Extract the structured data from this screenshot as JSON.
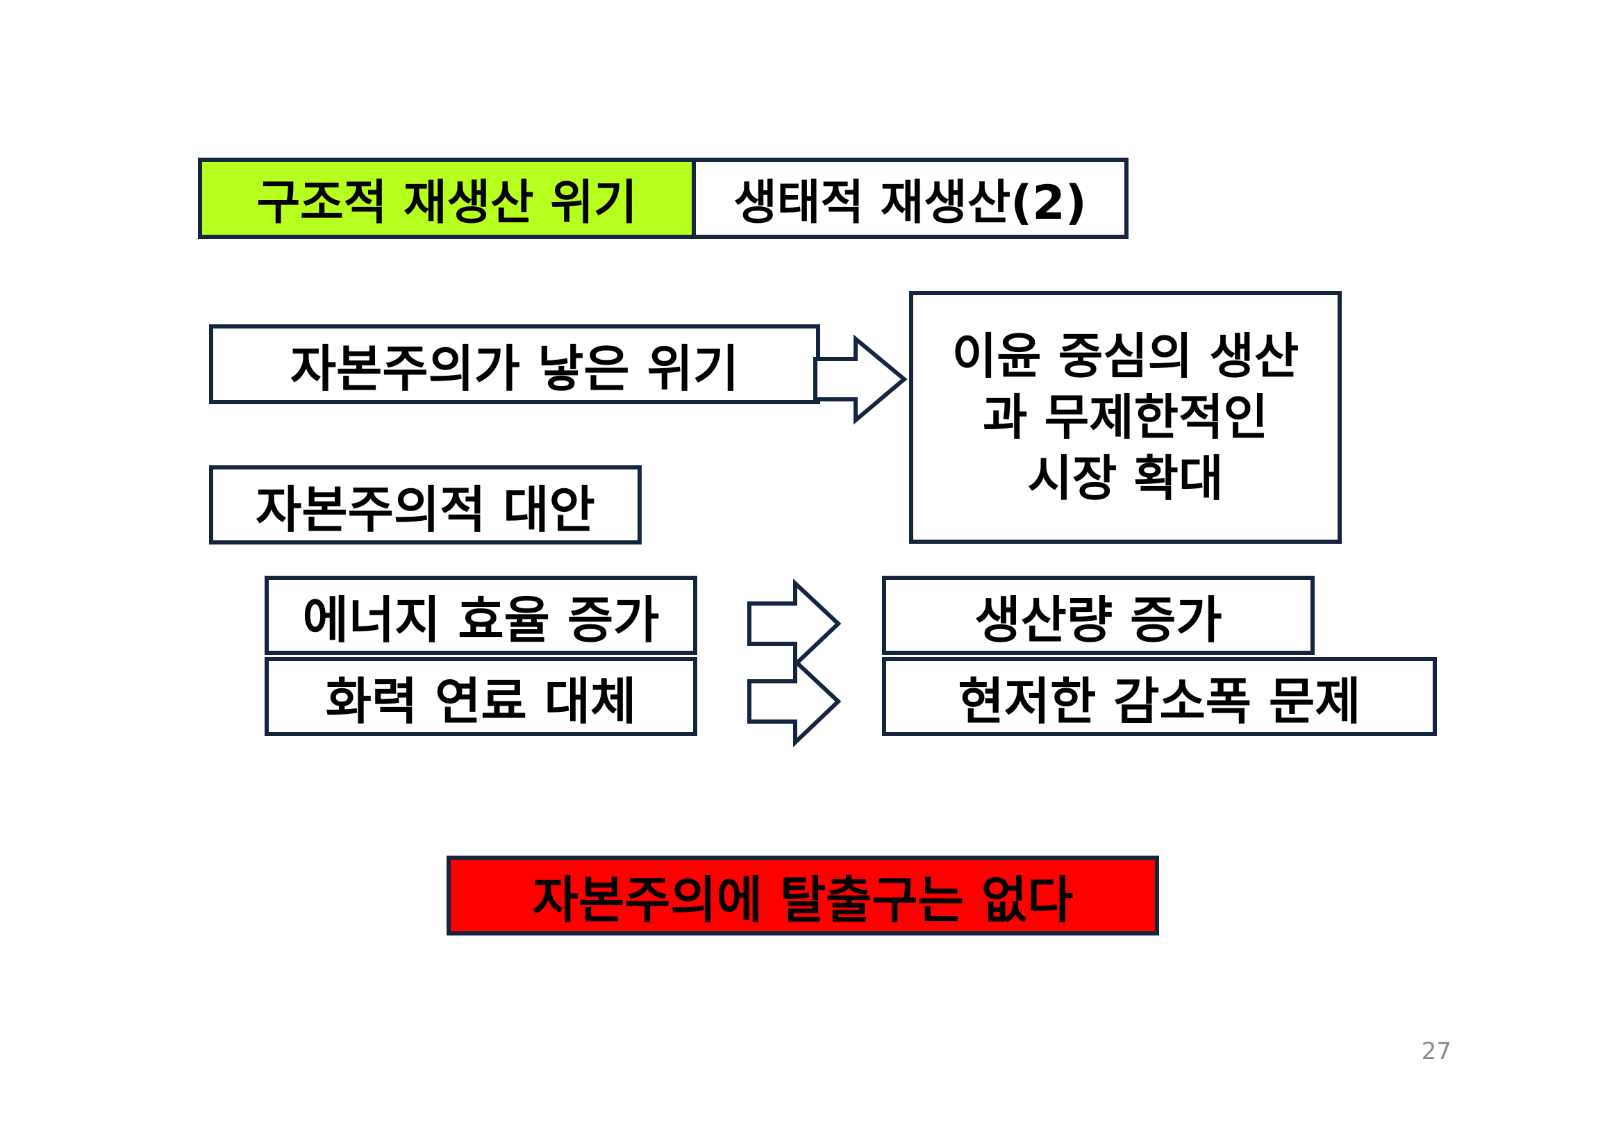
{
  "title": {
    "left_label": "구조적 재생산 위기",
    "right_label": "생태적 재생산(2)"
  },
  "crisis_box": "자본주의가 낳은 위기",
  "result_box": {
    "lines": [
      "이윤 중심의 생산",
      "과 무제한적인",
      "시장 확대"
    ]
  },
  "alternative_box": "자본주의적 대안",
  "alternatives": [
    {
      "label": "에너지 효율 증가",
      "outcome": "생산량 증가"
    },
    {
      "label": "화력 연료 대체",
      "outcome": "현저한 감소폭 문제"
    }
  ],
  "conclusion": "자본주의에 탈출구는 없다",
  "page_number": "27",
  "colors": {
    "border": "#15243f",
    "title_highlight": "#b7ff1f",
    "conclusion_fill": "#ff0000",
    "page_number": "#8c8c8c"
  }
}
